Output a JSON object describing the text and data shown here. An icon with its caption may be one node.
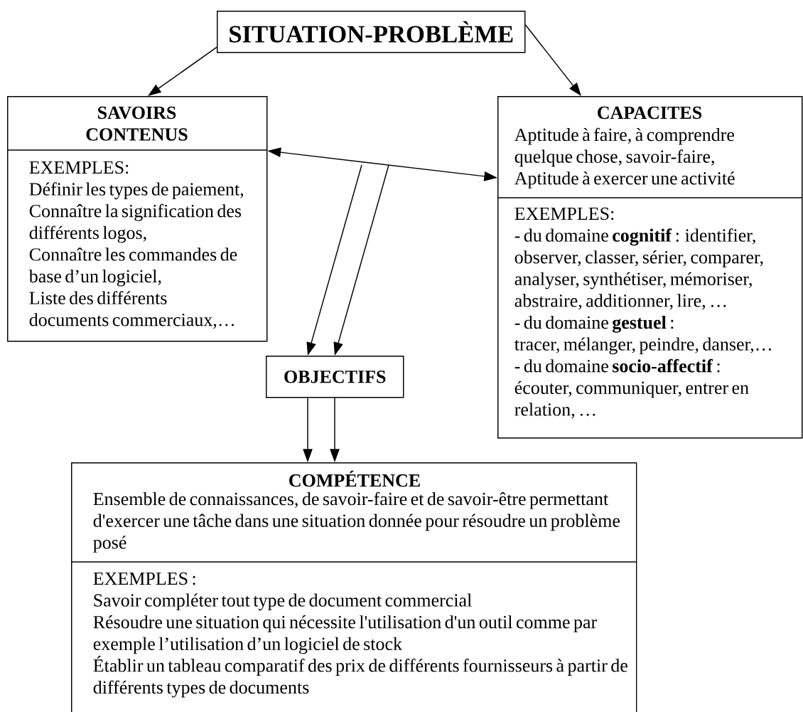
{
  "diagram": {
    "nodes": [
      {
        "text": [
          "SITUATION-PROBLÈME"
        ]
      },
      {
        "text": [
          "SAVOIRS CONTENUS",
          "EXEMPLES:",
          "Définir les types de paiement,",
          "Connaître la signification des différents logos,",
          "Connaître les commandes de base d’un logiciel,",
          "Liste des différents documents commerciaux,…"
        ]
      },
      {
        "text": [
          "CAPACITES",
          "Aptitude à faire, à comprendre quelque chose, savoir-faire,",
          "Aptitude à exercer une activité",
          "EXEMPLES:",
          "- du domaine **cognitif** : identifier, observer, classer, sérier, comparer, analyser, synthétiser, mémoriser, abstraire, additionner, lire, …",
          "- du domaine **gestuel** :",
          "tracer, mélanger, peindre, danser,…",
          "- du domaine **socio-affectif** :",
          "écouter, communiquer, entrer en relation, …"
        ]
      },
      {
        "text": [
          "OBJECTIFS"
        ]
      },
      {
        "text": [
          "COMPÉTENCE",
          "Ensemble de connaissances, de savoir-faire et de savoir-être permettant d'exercer une tâche dans une situation donnée pour résoudre un problème posé",
          "EXEMPLES :",
          "Savoir compléter tout type de document commercial",
          "Résoudre une situation qui nécessite l'utilisation d'un outil comme par exemple l’utilisation d’un logiciel de stock",
          "Établir un tableau comparatif des prix de différents fournisseurs à partir de différents types de documents"
        ]
      }
    ],
    "edges": [
      {
        "from": 0,
        "to": 1,
        "arrow": "to"
      },
      {
        "from": 0,
        "to": 2,
        "arrow": "to"
      },
      {
        "from": 1,
        "to": 2,
        "arrow": "both"
      },
      {
        "from": null,
        "to": 3,
        "arrow": "to"
      },
      {
        "from": null,
        "to": 3,
        "arrow": "to"
      },
      {
        "from": 3,
        "to": 4,
        "arrow": "to"
      },
      {
        "from": 3,
        "to": 4,
        "arrow": "to"
      }
    ]
  }
}
